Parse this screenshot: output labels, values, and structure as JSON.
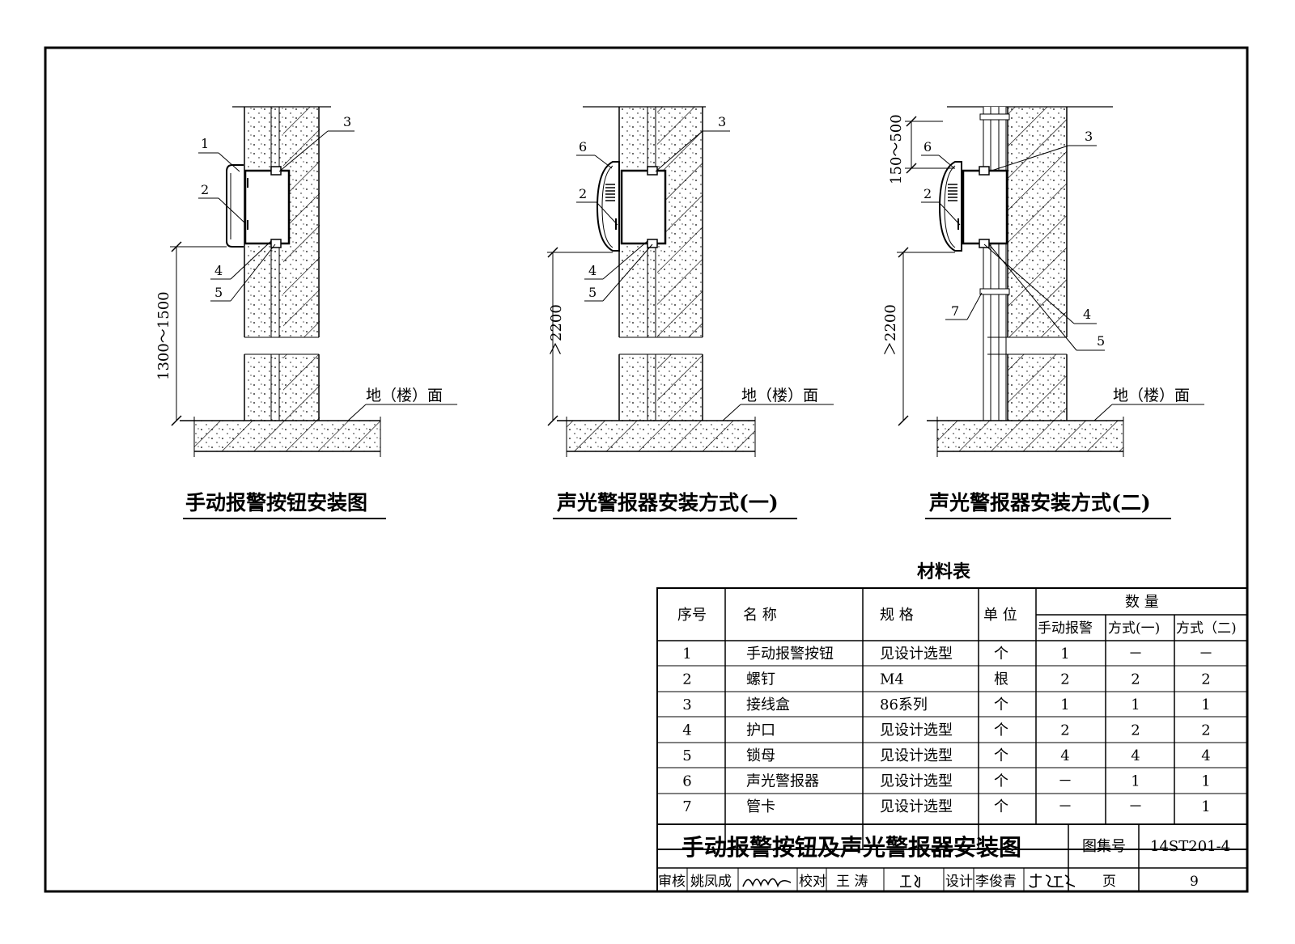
{
  "views": [
    {
      "title": "手动报警按钮安装图",
      "callouts": [
        "1",
        "2",
        "3",
        "4",
        "5"
      ],
      "dimension": "1300～1500",
      "floor_label": "地（楼）面"
    },
    {
      "title": "声光警报器安装方式(一)",
      "callouts": [
        "6",
        "2",
        "3",
        "4",
        "5"
      ],
      "dimension": "＞2200",
      "floor_label": "地（楼）面"
    },
    {
      "title": "声光警报器安装方式(二)",
      "callouts": [
        "6",
        "2",
        "3",
        "7",
        "4",
        "5"
      ],
      "dimension": "＞2200",
      "dimension_top": "150～500",
      "floor_label": "地（楼）面"
    }
  ],
  "materials": {
    "title": "材料表",
    "headers": {
      "index": "序号",
      "name": "名 称",
      "spec": "规 格",
      "unit": "单 位",
      "quantity": "数 量",
      "q1": "手动报警",
      "q2": "方式(一)",
      "q3": "方式（二)"
    },
    "rows": [
      {
        "index": "1",
        "name": "手动报警按钮",
        "spec": "见设计选型",
        "unit": "个",
        "q1": "1",
        "q2": "－",
        "q3": "－"
      },
      {
        "index": "2",
        "name": "螺钉",
        "spec": "M4",
        "unit": "根",
        "q1": "2",
        "q2": "2",
        "q3": "2"
      },
      {
        "index": "3",
        "name": "接线盒",
        "spec": "86系列",
        "unit": "个",
        "q1": "1",
        "q2": "1",
        "q3": "1"
      },
      {
        "index": "4",
        "name": "护口",
        "spec": "见设计选型",
        "unit": "个",
        "q1": "2",
        "q2": "2",
        "q3": "2"
      },
      {
        "index": "5",
        "name": "锁母",
        "spec": "见设计选型",
        "unit": "个",
        "q1": "4",
        "q2": "4",
        "q3": "4"
      },
      {
        "index": "6",
        "name": "声光警报器",
        "spec": "见设计选型",
        "unit": "个",
        "q1": "－",
        "q2": "1",
        "q3": "1"
      },
      {
        "index": "7",
        "name": "管卡",
        "spec": "见设计选型",
        "unit": "个",
        "q1": "－",
        "q2": "－",
        "q3": "1"
      }
    ]
  },
  "title_block": {
    "drawing_title": "手动报警按钮及声光警报器安装图",
    "atlas_label": "图集号",
    "atlas_no": "14ST201-4",
    "review_label": "审核",
    "reviewer": "姚凤成",
    "check_label": "校对",
    "checker": "王 涛",
    "design_label": "设计",
    "designer": "李俊青",
    "page_label": "页",
    "page_no": "9"
  }
}
